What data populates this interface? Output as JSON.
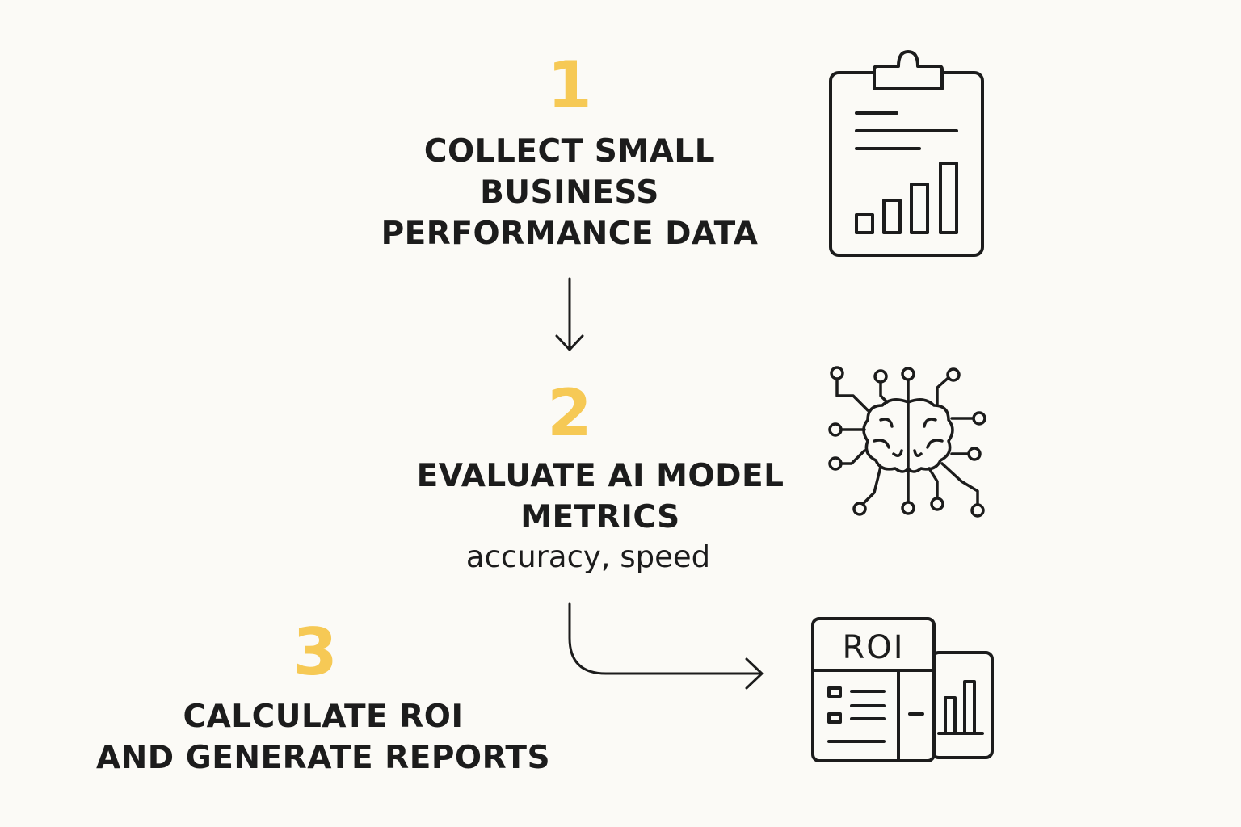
{
  "colors": {
    "accent": "#f6c955",
    "ink": "#1c1c1c",
    "background": "#fbfaf6"
  },
  "steps": [
    {
      "number": "1",
      "title_lines": [
        "COLLECT SMALL",
        "BUSINESS",
        "PERFORMANCE DATA"
      ],
      "icon": "clipboard-chart-icon"
    },
    {
      "number": "2",
      "title_lines": [
        "EVALUATE AI MODEL",
        "METRICS"
      ],
      "subtitle": "accuracy, speed",
      "icon": "ai-brain-circuit-icon"
    },
    {
      "number": "3",
      "title_lines": [
        "CALCULATE ROI",
        "AND GENERATE REPORTS"
      ],
      "icon": "roi-report-icon",
      "icon_label": "ROI"
    }
  ],
  "connectors": [
    {
      "from": "1",
      "to": "2",
      "shape": "straight-down-arrow"
    },
    {
      "from": "2",
      "to": "roi-report-icon",
      "shape": "curved-right-arrow"
    }
  ]
}
